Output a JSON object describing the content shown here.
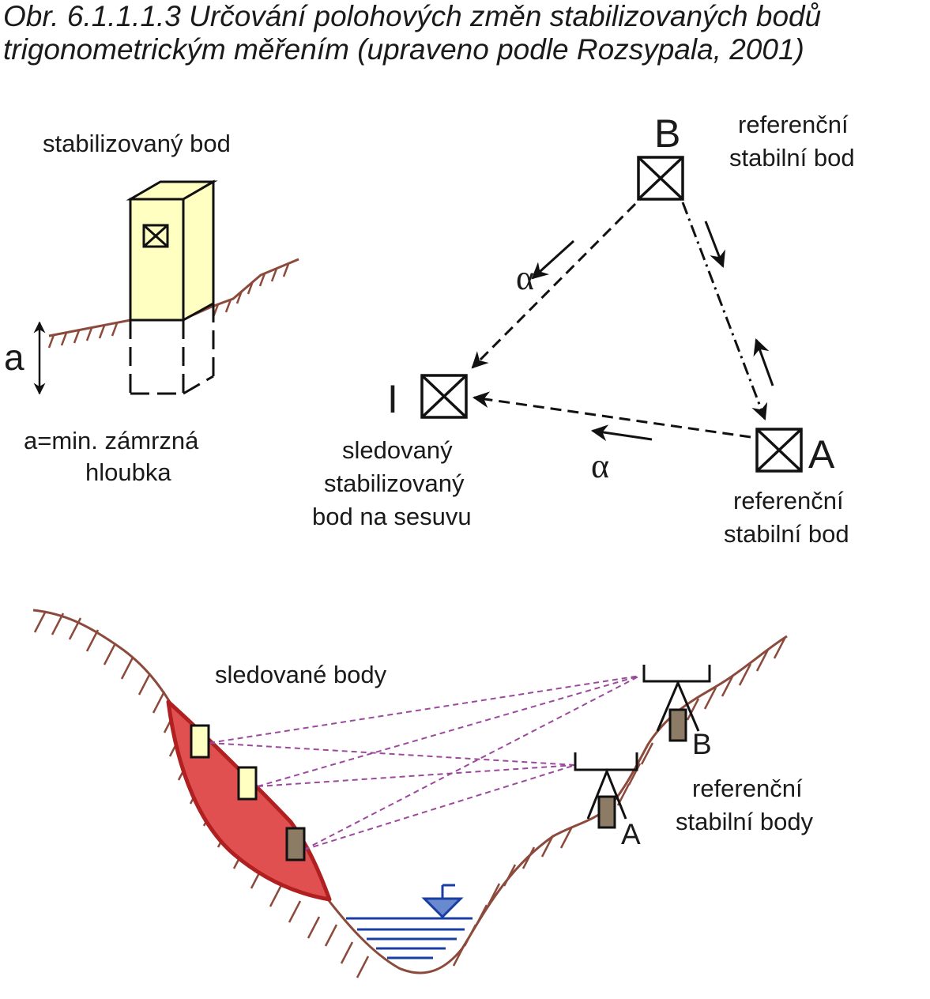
{
  "caption": {
    "line1": "Obr. 6.1.1.1.3  Určování polohových změn stabilizovaných bodů",
    "line2": "trigonometrickým měřením (upraveno podle Rozsypala, 2001)"
  },
  "benchmark": {
    "title": "stabilizovaný bod",
    "depth_symbol": "a",
    "note_line1": "a=min. zámrzná",
    "note_line2": "hloubka"
  },
  "triangle": {
    "point_b": "B",
    "point_a": "A",
    "point_i": "I",
    "angle_top": "α",
    "angle_bottom": "α",
    "ref_b_line1": "referenční",
    "ref_b_line2": "stabilní bod",
    "ref_a_line1": "referenční",
    "ref_a_line2": "stabilní bod",
    "tracked_line1": "sledovaný",
    "tracked_line2": "stabilizovaný",
    "tracked_line3": "bod na sesuvu"
  },
  "profile": {
    "tracked_points": "sledované body",
    "label_b": "B",
    "label_a": "A",
    "ref_line1": "referenční",
    "ref_line2": "stabilní body"
  },
  "colors": {
    "ground": "#8b4a3c",
    "pillar": "#ffffc2",
    "landslide": "#e05050",
    "landslide_edge": "#b02020",
    "sight_lines": "#9b4a9b",
    "water": "#1a3fa0",
    "reference_post": "#8c7b65"
  }
}
